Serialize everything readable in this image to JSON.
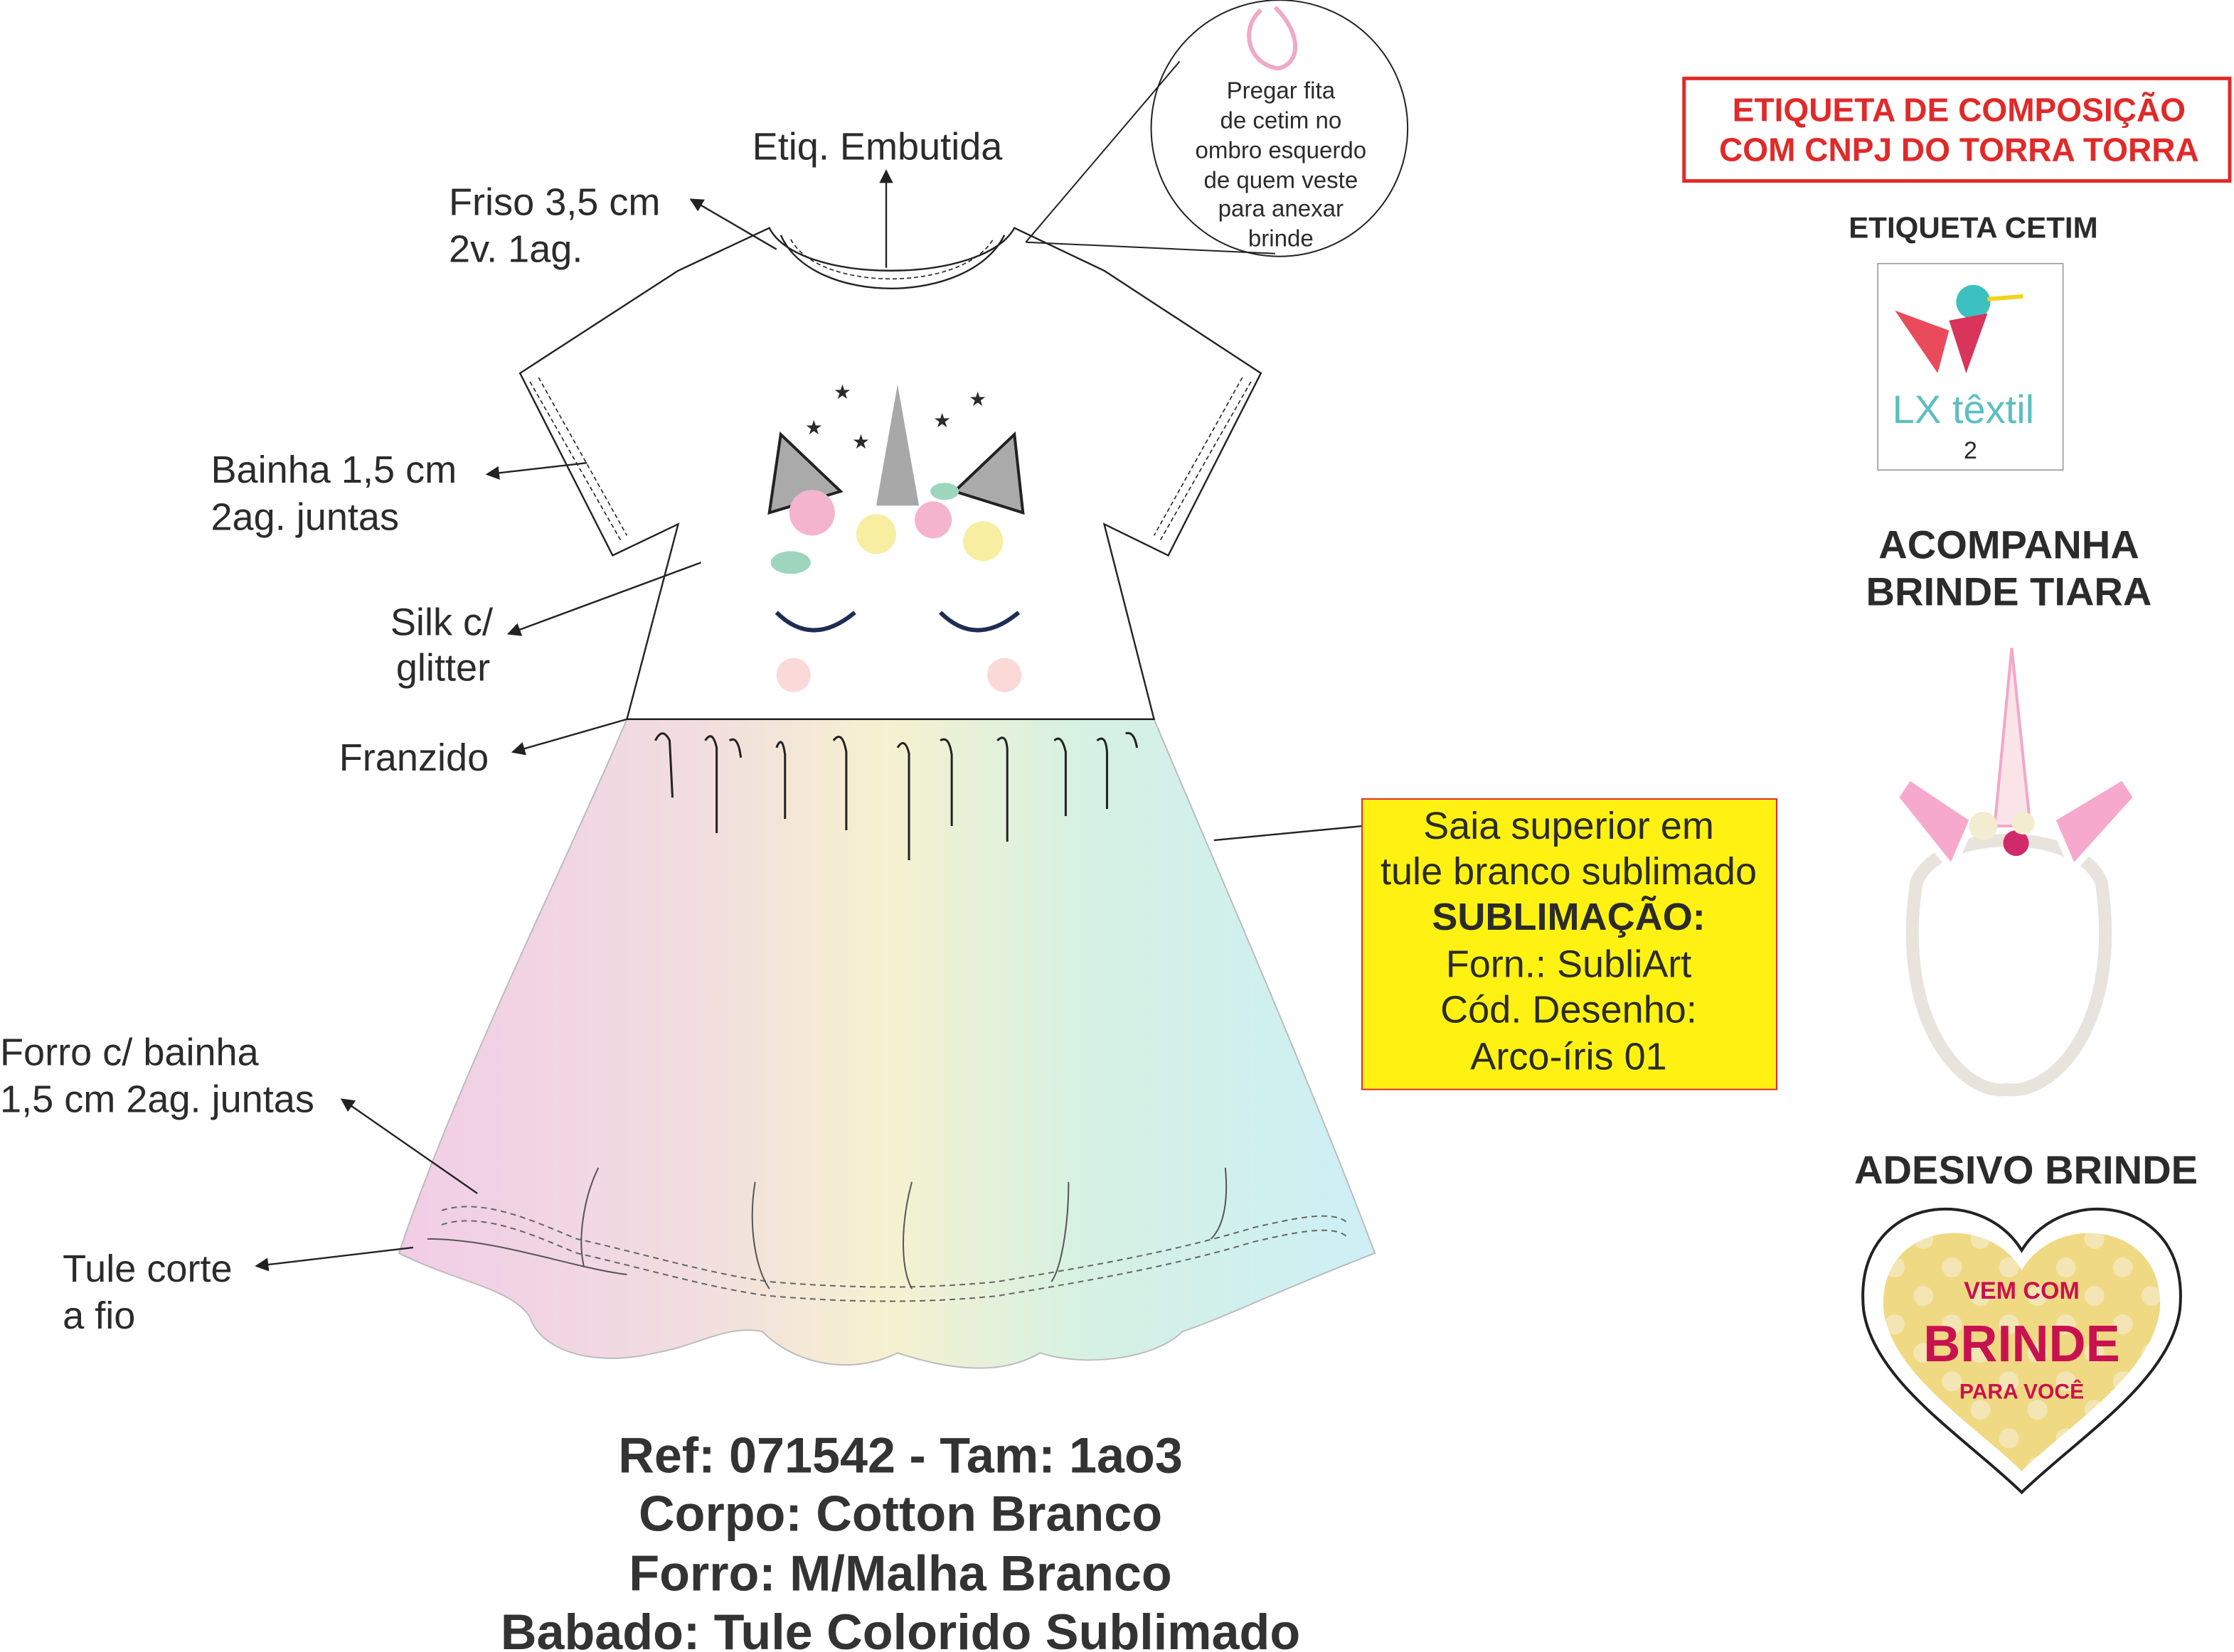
{
  "callouts": {
    "etiq_embutida": "Etiq. Embutida",
    "friso": [
      "Friso 3,5 cm",
      "2v. 1ag."
    ],
    "bainha": [
      "Bainha 1,5 cm",
      "2ag. juntas"
    ],
    "silk": [
      "Silk c/",
      "glitter"
    ],
    "franzido": "Franzido",
    "forro": [
      "Forro c/ bainha",
      "1,5 cm 2ag. juntas"
    ],
    "tule": [
      "Tule corte",
      "a fio"
    ]
  },
  "circle_note": [
    "Pregar fita",
    "de cetim no",
    "ombro esquerdo",
    "de quem veste",
    "para anexar",
    "brinde"
  ],
  "composition_label": [
    "ETIQUETA DE COMPOSIÇÃO",
    "COM CNPJ DO TORRA TORRA"
  ],
  "satin_label": {
    "title": "ETIQUETA CETIM",
    "brand": "LX têxtil",
    "size": "2"
  },
  "tiara": {
    "title": [
      "ACOMPANHA",
      "BRINDE TIARA"
    ]
  },
  "sticker": {
    "title": "ADESIVO BRINDE",
    "lines": [
      "VEM COM",
      "BRINDE",
      "PARA VOCÊ"
    ]
  },
  "skirt_box": {
    "lines": [
      "Saia superior em",
      "tule branco sublimado"
    ],
    "heading": "SUBLIMAÇÃO:",
    "details": [
      "Forn.: SubliArt",
      "Cód. Desenho:",
      "Arco-íris 01"
    ]
  },
  "spec": [
    "Ref: 071542 - Tam: 1ao3",
    "Corpo: Cotton Branco",
    "Forro: M/Malha Branco",
    "Babado: Tule Colorido Sublimado"
  ],
  "colors": {
    "red": "#e02a2a",
    "yellow": "#fff212",
    "pink": "#f0a9c6",
    "magenta": "#c8124f",
    "sticker": "#f0d983"
  }
}
